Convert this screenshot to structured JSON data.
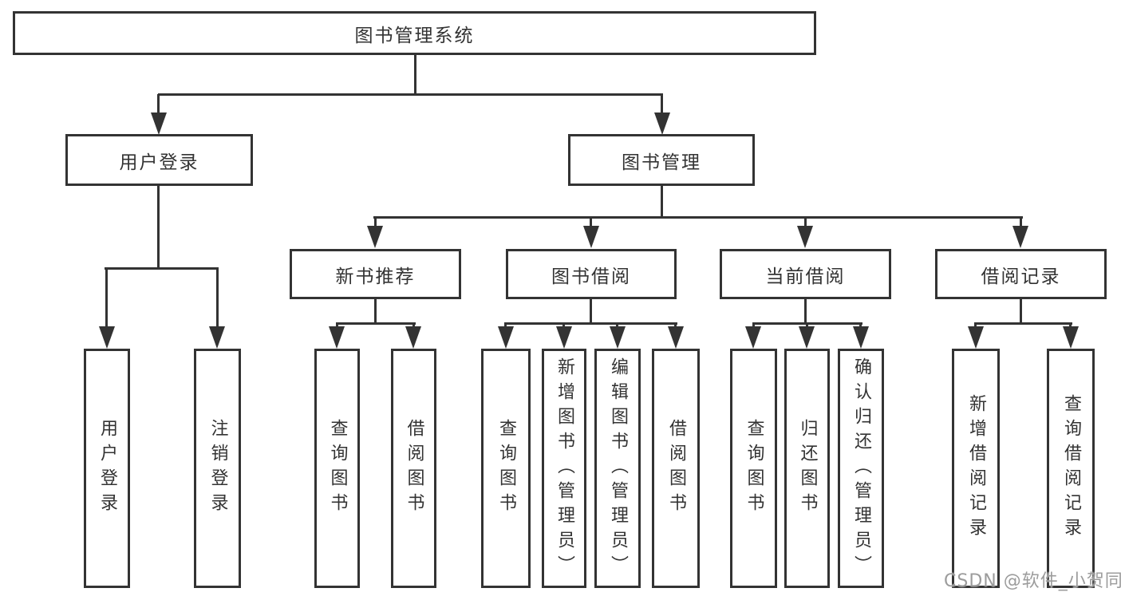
{
  "diagram": {
    "root": {
      "label": "图书管理系统"
    },
    "level2": [
      {
        "label": "用户登录",
        "children": [
          "用户登录",
          "注销登录"
        ]
      },
      {
        "label": "图书管理",
        "groups": [
          {
            "label": "新书推荐",
            "children": [
              "查询图书",
              "借阅图书"
            ]
          },
          {
            "label": "图书借阅",
            "children": [
              "查询图书",
              "新增图书（管理员）",
              "编辑图书（管理员）",
              "借阅图书"
            ]
          },
          {
            "label": "当前借阅",
            "children": [
              "查询图书",
              "归还图书",
              "确认归还（管理员）"
            ]
          },
          {
            "label": "借阅记录",
            "children": [
              "新增借阅记录",
              "查询借阅记录"
            ]
          }
        ]
      }
    ],
    "watermark": "CSDN @软件_小贺同学",
    "colors": {
      "line": "#333333",
      "text": "#333333",
      "box_fill": "#ffffff",
      "background": "#ffffff",
      "watermark": "#9c9c9c"
    }
  }
}
